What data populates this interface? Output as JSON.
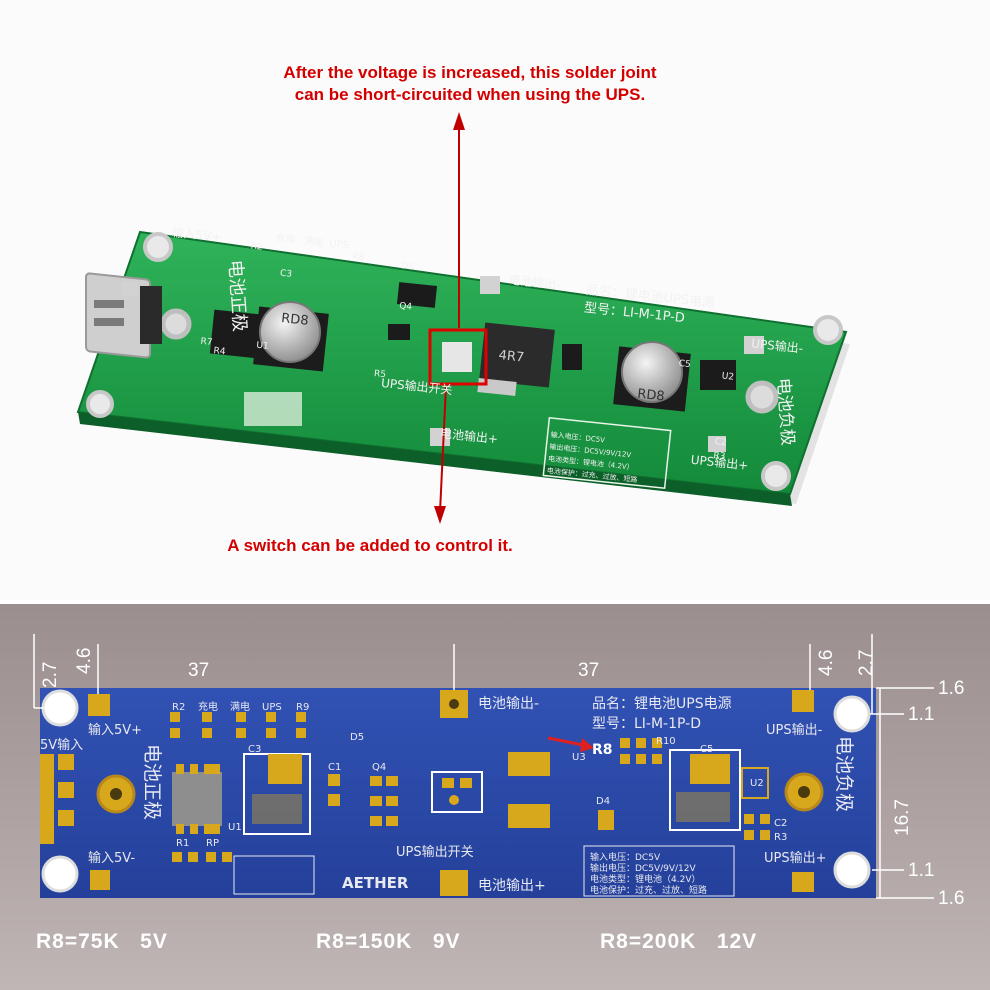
{
  "annotations": {
    "top_line1": "After the voltage is increased, this solder joint",
    "top_line2": "can be short-circuited when using the UPS.",
    "bottom": "A switch can be added to control it."
  },
  "board_top": {
    "labels": {
      "input_5v_plus": "输入5V+",
      "battery_positive": "电池正极",
      "battery_out_minus": "电池输出-",
      "battery_out_plus": "电池输出+",
      "product_name": "品名：锂电池UPS电源",
      "model": "型号：LI-M-1P-D",
      "ups_out_minus": "UPS输出-",
      "ups_out_plus": "UPS输出+",
      "battery_negative": "电池负极",
      "ups_switch": "UPS输出开关",
      "inductor": "4R7",
      "cap_left": "RD8",
      "cap_right": "RD8",
      "spec_line1": "输入电压：DC5V",
      "spec_line2": "输出电压：DC5V/9V/12V",
      "spec_line3": "电池类型：锂电池（4.2V）",
      "spec_line4": "电池保护：过充、过放、短路",
      "led_labels": [
        "充电",
        "满电",
        "UPS"
      ],
      "refs": [
        "R2",
        "R8",
        "R7",
        "R4",
        "R5",
        "U1",
        "C3",
        "C5",
        "U2",
        "C2",
        "R3",
        "D5",
        "Q4"
      ]
    }
  },
  "board_bottom": {
    "labels": {
      "input_5v_plus": "输入5V+",
      "input_5v": "5V输入",
      "input_5v_minus": "输入5V-",
      "battery_positive": "电池正极",
      "battery_out_minus": "电池输出-",
      "battery_out_plus": "电池输出+",
      "product_name": "品名：锂电池UPS电源",
      "model": "型号：LI-M-1P-D",
      "ups_out_minus": "UPS输出-",
      "ups_out_plus": "UPS输出+",
      "battery_negative": "电池负极",
      "ups_switch": "UPS输出开关",
      "brand": "AETHER",
      "r8_label": "R8",
      "spec_line1": "输入电压：DC5V",
      "spec_line2": "输出电压：DC5V/9V/12V",
      "spec_line3": "电池类型：锂电池（4.2V）",
      "spec_line4": "电池保护：过充、过放、短路",
      "top_refs": [
        "R2",
        "充电",
        "满电",
        "UPS",
        "R9"
      ],
      "refs": [
        "C3",
        "C1",
        "D5",
        "Q4",
        "U1",
        "R1",
        "RP",
        "U3",
        "R10",
        "C5",
        "D4",
        "U2",
        "C2",
        "R3"
      ]
    }
  },
  "dimensions": {
    "left_v1": "2.7",
    "left_v2": "4.6",
    "top_mid_left": "37",
    "top_mid_right": "37",
    "right_v1": "4.6",
    "right_v2": "2.7",
    "right_h1": "1.6",
    "right_h2": "1.1",
    "right_h3": "16.7",
    "right_h4": "1.1",
    "right_h5": "1.6"
  },
  "resistor_table": [
    {
      "r": "R8=75K",
      "v": "5V"
    },
    {
      "r": "R8=150K",
      "v": "9V"
    },
    {
      "r": "R8=200K",
      "v": "12V"
    }
  ],
  "colors": {
    "pcb_green": "#1fa04a",
    "pcb_blue": "#2b4aa8",
    "annotation_red": "#d40000",
    "pad_gold": "#d8a81c"
  }
}
